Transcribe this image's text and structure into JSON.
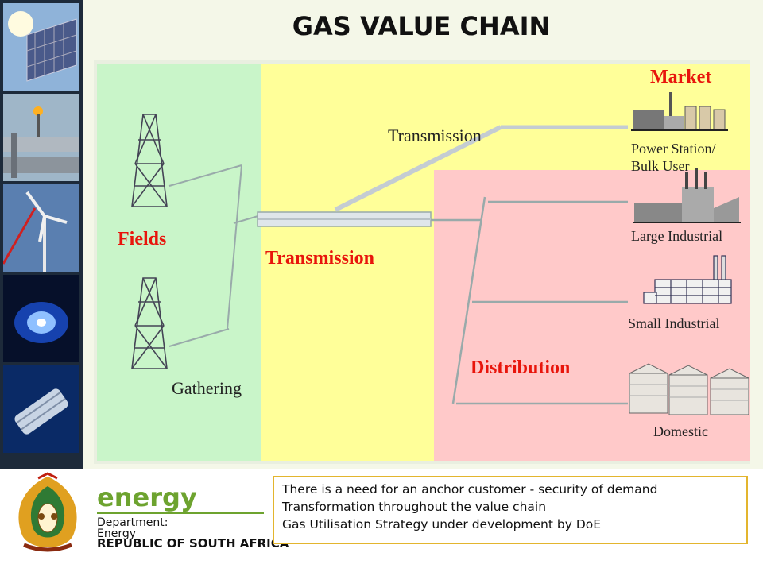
{
  "title": "GAS VALUE CHAIN",
  "diagram": {
    "fields_label": "Fields",
    "gathering_label": "Gathering",
    "transmission_label": "Transmission",
    "transmission_pipe_label": "Transmission",
    "distribution_label": "Distribution",
    "market_label": "Market",
    "power_station_label_line1": "Power Station/",
    "power_station_label_line2": "Bulk User",
    "large_industrial_label": "Large Industrial",
    "small_industrial_label": "Small Industrial",
    "domestic_label": "Domestic",
    "colors": {
      "fields_zone": "#c9f5c9",
      "transmission_zone": "#ffff99",
      "distribution_zone": "#ffc9c9",
      "red_label": "#e8150c"
    }
  },
  "notes": [
    "There is a need for an anchor customer  - security of demand",
    "Transformation throughout the value chain",
    "Gas Utilisation Strategy under development by DoE"
  ],
  "branding": {
    "energy_word": "energy",
    "department_line1": "Department:",
    "department_line2": "Energy",
    "country_line": "REPUBLIC OF SOUTH AFRICA"
  }
}
